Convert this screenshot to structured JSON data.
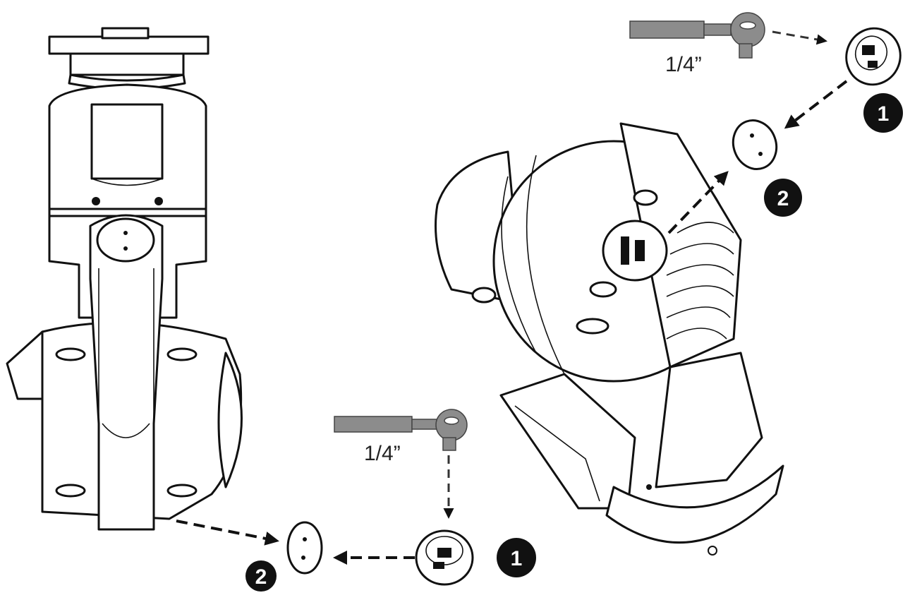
{
  "diagram": {
    "wrench_size_labels": [
      "1/4”",
      "1/4”"
    ],
    "step_markers": [
      "1",
      "2",
      "1",
      "2"
    ],
    "colors": {
      "line": "#111111",
      "tool_gray": "#8c8c8c",
      "marker_fill": "#111111",
      "background": "#ffffff"
    },
    "icons": [
      "hex-wrench-icon",
      "plug-cap-icon",
      "plug-cover-icon",
      "arrow-icon"
    ]
  }
}
